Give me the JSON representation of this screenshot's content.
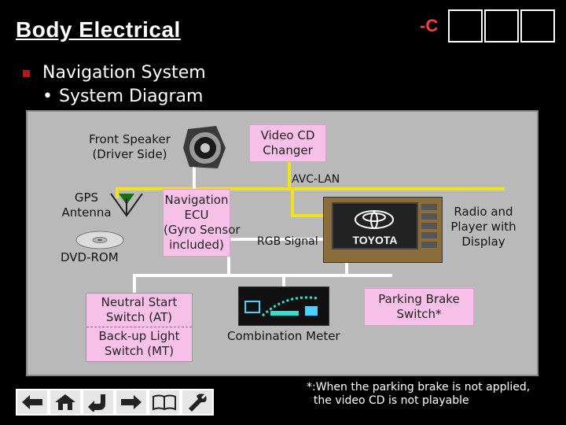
{
  "header": {
    "title": "Body Electrical",
    "code": "-C"
  },
  "outline": {
    "item": "Navigation System",
    "sub_item": "System Diagram"
  },
  "diagram": {
    "front_speaker": "Front Speaker\n(Driver Side)",
    "video_cd": "Video CD\nChanger",
    "avc_lan": "AVC-LAN",
    "gps": "GPS\nAntenna",
    "nav_ecu": "Navigation\nECU\n(Gyro Sensor\nincluded)",
    "dvd_rom": "DVD-ROM",
    "rgb_signal": "RGB Signal",
    "radio_player": "Radio and\nPlayer with\nDisplay",
    "toyota_logo": "TOYOTA",
    "neutral_start": "Neutral Start\nSwitch (AT)",
    "backup_light": "Back-up Light\nSwitch (MT)",
    "combination_meter": "Combination Meter",
    "parking_brake": "Parking Brake\nSwitch*"
  },
  "footnote": "*:When the parking brake is not applied,\n  the video CD is not playable",
  "nav_icons": [
    "back-icon",
    "home-icon",
    "return-icon",
    "next-icon",
    "book-icon",
    "tools-icon"
  ],
  "colors": {
    "title_code": "#ff3b3b",
    "bullet": "#cc1010",
    "pink_box": "#f6c0e8",
    "avc_lan_wire": "#f2e21a",
    "panel": "#b9b9b9"
  }
}
